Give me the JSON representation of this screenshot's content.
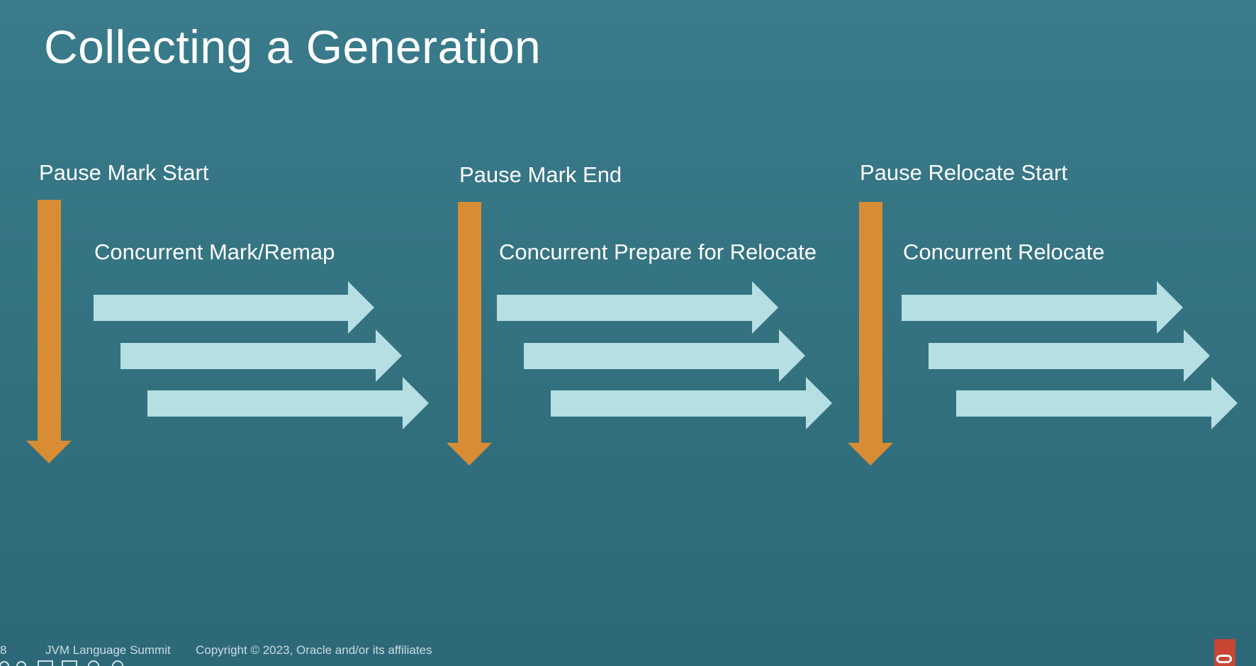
{
  "slide": {
    "title": "Collecting a Generation",
    "phases": [
      {
        "pause_label": "Pause Mark Start",
        "concurrent_label": "Concurrent Mark/Remap"
      },
      {
        "pause_label": "Pause Mark End",
        "concurrent_label": "Concurrent Prepare for Relocate"
      },
      {
        "pause_label": "Pause Relocate Start",
        "concurrent_label": "Concurrent Relocate"
      }
    ],
    "footer": {
      "page_number": "8",
      "event": "JVM Language Summit",
      "copyright": "Copyright © 2023, Oracle and/or its affiliates"
    }
  },
  "colors": {
    "background": "#34737f",
    "pause_arrow": "#d88d35",
    "concurrent_arrow": "#b5dfe2",
    "logo": "#c74634"
  },
  "icons": {
    "logo": "oracle-logo-icon"
  }
}
